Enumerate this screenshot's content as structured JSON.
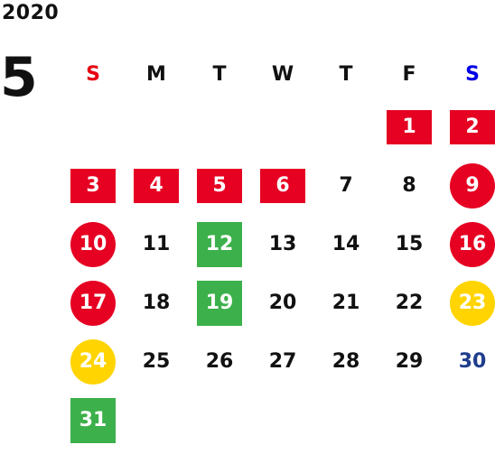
{
  "calendar": {
    "year": "2020",
    "month": "5",
    "weekday_headers": [
      {
        "label": "S",
        "kind": "sun"
      },
      {
        "label": "M",
        "kind": "weekday"
      },
      {
        "label": "T",
        "kind": "weekday"
      },
      {
        "label": "W",
        "kind": "weekday"
      },
      {
        "label": "T",
        "kind": "weekday"
      },
      {
        "label": "F",
        "kind": "weekday"
      },
      {
        "label": "S",
        "kind": "sat"
      }
    ],
    "leading_blank_days": 5,
    "days": [
      {
        "label": "1",
        "style": "red-sq"
      },
      {
        "label": "2",
        "style": "red-sq"
      },
      {
        "label": "3",
        "style": "red-sq"
      },
      {
        "label": "4",
        "style": "red-sq"
      },
      {
        "label": "5",
        "style": "red-sq"
      },
      {
        "label": "6",
        "style": "red-sq"
      },
      {
        "label": "7",
        "style": "plain"
      },
      {
        "label": "8",
        "style": "plain"
      },
      {
        "label": "9",
        "style": "red-circle"
      },
      {
        "label": "10",
        "style": "red-circle"
      },
      {
        "label": "11",
        "style": "plain"
      },
      {
        "label": "12",
        "style": "green-sq"
      },
      {
        "label": "13",
        "style": "plain"
      },
      {
        "label": "14",
        "style": "plain"
      },
      {
        "label": "15",
        "style": "plain"
      },
      {
        "label": "16",
        "style": "red-circle"
      },
      {
        "label": "17",
        "style": "red-circle"
      },
      {
        "label": "18",
        "style": "plain"
      },
      {
        "label": "19",
        "style": "green-sq"
      },
      {
        "label": "20",
        "style": "plain"
      },
      {
        "label": "21",
        "style": "plain"
      },
      {
        "label": "22",
        "style": "plain"
      },
      {
        "label": "23",
        "style": "yellow-circle"
      },
      {
        "label": "24",
        "style": "yellow-circle"
      },
      {
        "label": "25",
        "style": "plain"
      },
      {
        "label": "26",
        "style": "plain"
      },
      {
        "label": "27",
        "style": "plain"
      },
      {
        "label": "28",
        "style": "plain"
      },
      {
        "label": "29",
        "style": "plain"
      },
      {
        "label": "30",
        "style": "plain-blue"
      },
      {
        "label": "31",
        "style": "green-sq"
      }
    ],
    "colors": {
      "red": "#e60022",
      "yellow": "#ffd400",
      "green": "#3cb04a",
      "sunday_header": "#e60012",
      "saturday_header": "#0000e6",
      "blue_day": "#1f3d8c"
    }
  }
}
